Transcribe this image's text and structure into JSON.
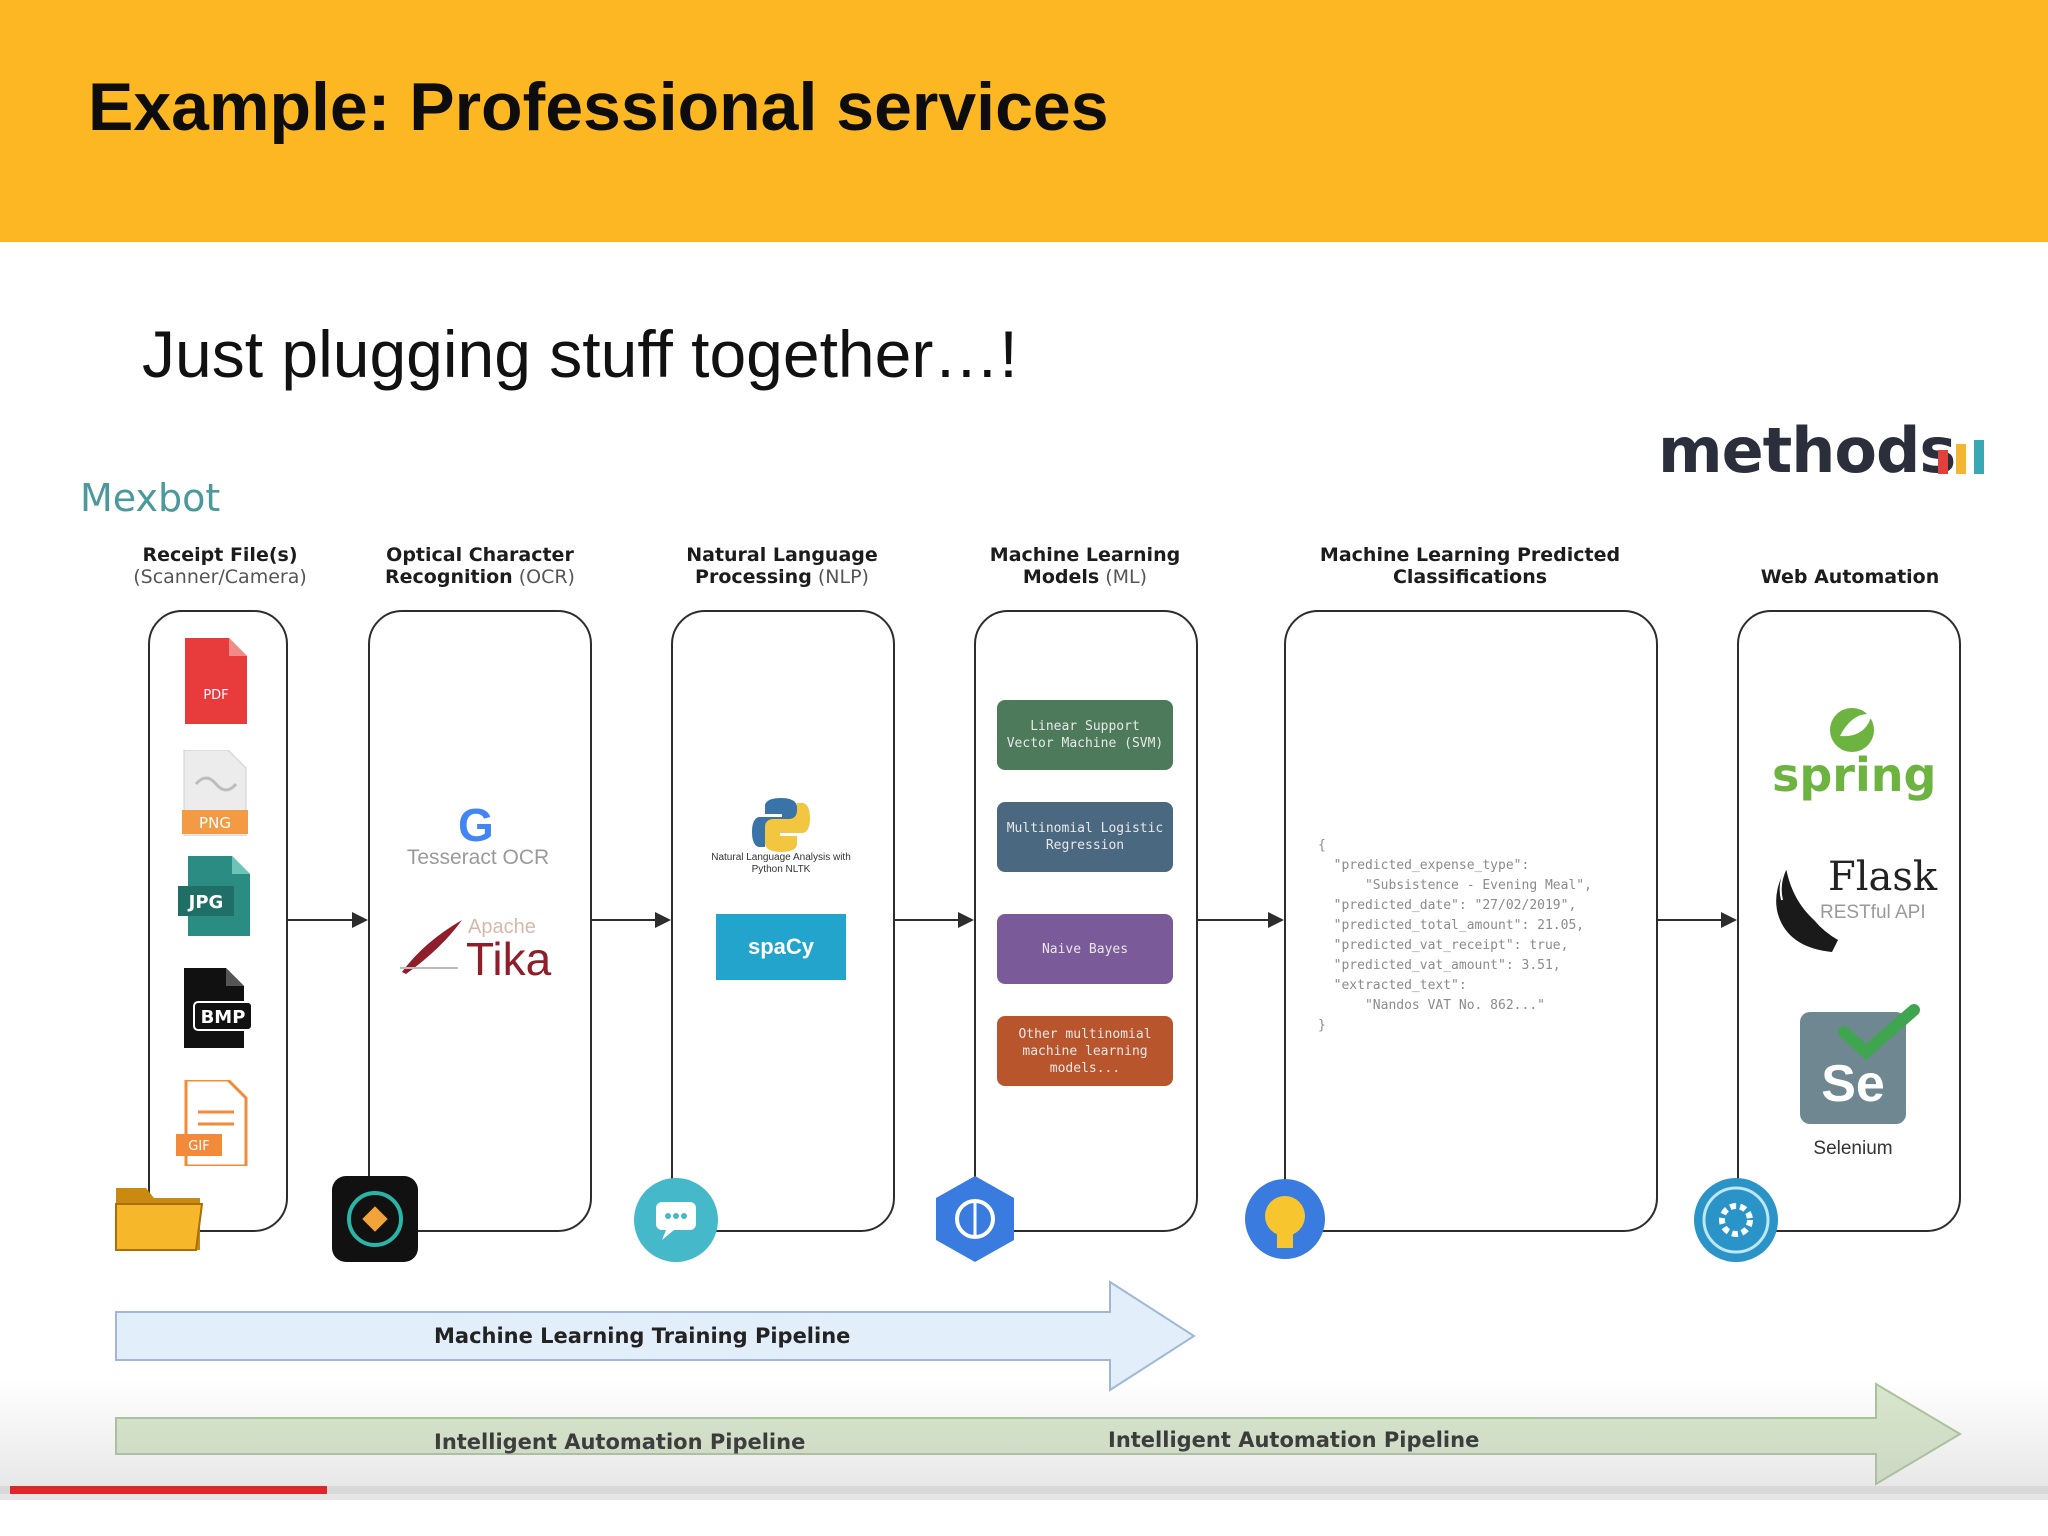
{
  "slide": {
    "title": "Example: Professional services",
    "subtitle": "Just plugging stuff together…!",
    "brand": "methods",
    "header_color": "#FDB723"
  },
  "diagram": {
    "label": "Mexbot",
    "columns": [
      {
        "title": "Receipt File(s)",
        "sub": "(Scanner/Camera)"
      },
      {
        "title": "Optical Character",
        "title2": "Recognition",
        "sub": "(OCR)"
      },
      {
        "title": "Natural Language",
        "title2": "Processing",
        "sub": "(NLP)"
      },
      {
        "title": "Machine Learning",
        "title2": "Models",
        "sub": "(ML)"
      },
      {
        "title": "Machine Learning Predicted",
        "title2": "Classifications"
      },
      {
        "title": "Web Automation"
      }
    ],
    "file_types": [
      "PDF",
      "PNG",
      "JPG",
      "BMP",
      "GIF"
    ],
    "ocr_tools": {
      "tesseract": "Tesseract OCR",
      "tika_small": "Apache",
      "tika": "Tika"
    },
    "nlp_tools": {
      "nltk": "Natural Language Analysis with Python NLTK",
      "spacy": "spaCy"
    },
    "ml_models": [
      {
        "label": "Linear Support Vector Machine (SVM)",
        "color": "#4c7a5a"
      },
      {
        "label": "Multinomial Logistic Regression",
        "color": "#4a6880"
      },
      {
        "label": "Naive Bayes",
        "color": "#7a5a98"
      },
      {
        "label": "Other multinomial machine learning models...",
        "color": "#b8552c"
      }
    ],
    "prediction_json": "{\n  \"predicted_expense_type\":\n      \"Subsistence - Evening Meal\",\n  \"predicted_date\": \"27/02/2019\",\n  \"predicted_total_amount\": 21.05,\n  \"predicted_vat_receipt\": true,\n  \"predicted_vat_amount\": 3.51,\n  \"extracted_text\":\n      \"Nandos VAT No. 862...\"\n}",
    "web_tools": {
      "spring": "spring",
      "flask": "Flask",
      "flask_sub": "RESTful API",
      "selenium_logo": "Se",
      "selenium": "Selenium"
    },
    "pipelines": {
      "training": "Machine Learning Training Pipeline",
      "automation_left": "Intelligent Automation Pipeline",
      "automation_right": "Intelligent Automation Pipeline"
    },
    "colors": {
      "training_arrow": "#e3eefb",
      "automation_arrow": "#d8e7cc",
      "teal": "#4a9a9c"
    }
  },
  "video": {
    "progress": 0.155
  }
}
